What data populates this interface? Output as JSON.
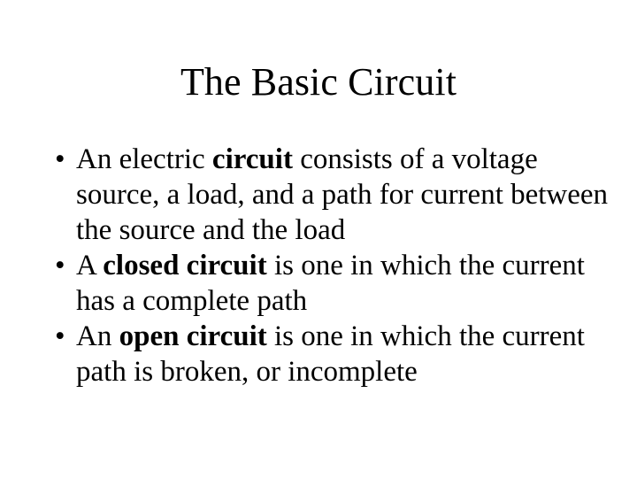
{
  "slide": {
    "title": "The Basic Circuit",
    "background_color": "#ffffff",
    "text_color": "#000000",
    "bullet_glyph": "•",
    "bullets": [
      {
        "marker": "•",
        "parts": [
          {
            "text": "An electric ",
            "bold": false
          },
          {
            "text": "circuit",
            "bold": true
          },
          {
            "text": " consists of a voltage source, a load, and a path for current between the source and the load",
            "bold": false
          }
        ],
        "plain": "An electric circuit consists of a voltage source, a load, and a path for current between the source and the load"
      },
      {
        "marker": "•",
        "parts": [
          {
            "text": "A ",
            "bold": false
          },
          {
            "text": "closed circuit",
            "bold": true
          },
          {
            "text": " is one in which the current has a complete path",
            "bold": false
          }
        ],
        "plain": "A closed circuit is one in which the current has a complete path"
      },
      {
        "marker": "•",
        "parts": [
          {
            "text": "An ",
            "bold": false
          },
          {
            "text": "open circuit",
            "bold": true
          },
          {
            "text": " is one in which the current path is broken, or incomplete",
            "bold": false
          }
        ],
        "plain": "An open circuit is one in which the current path is broken, or incomplete"
      }
    ]
  }
}
